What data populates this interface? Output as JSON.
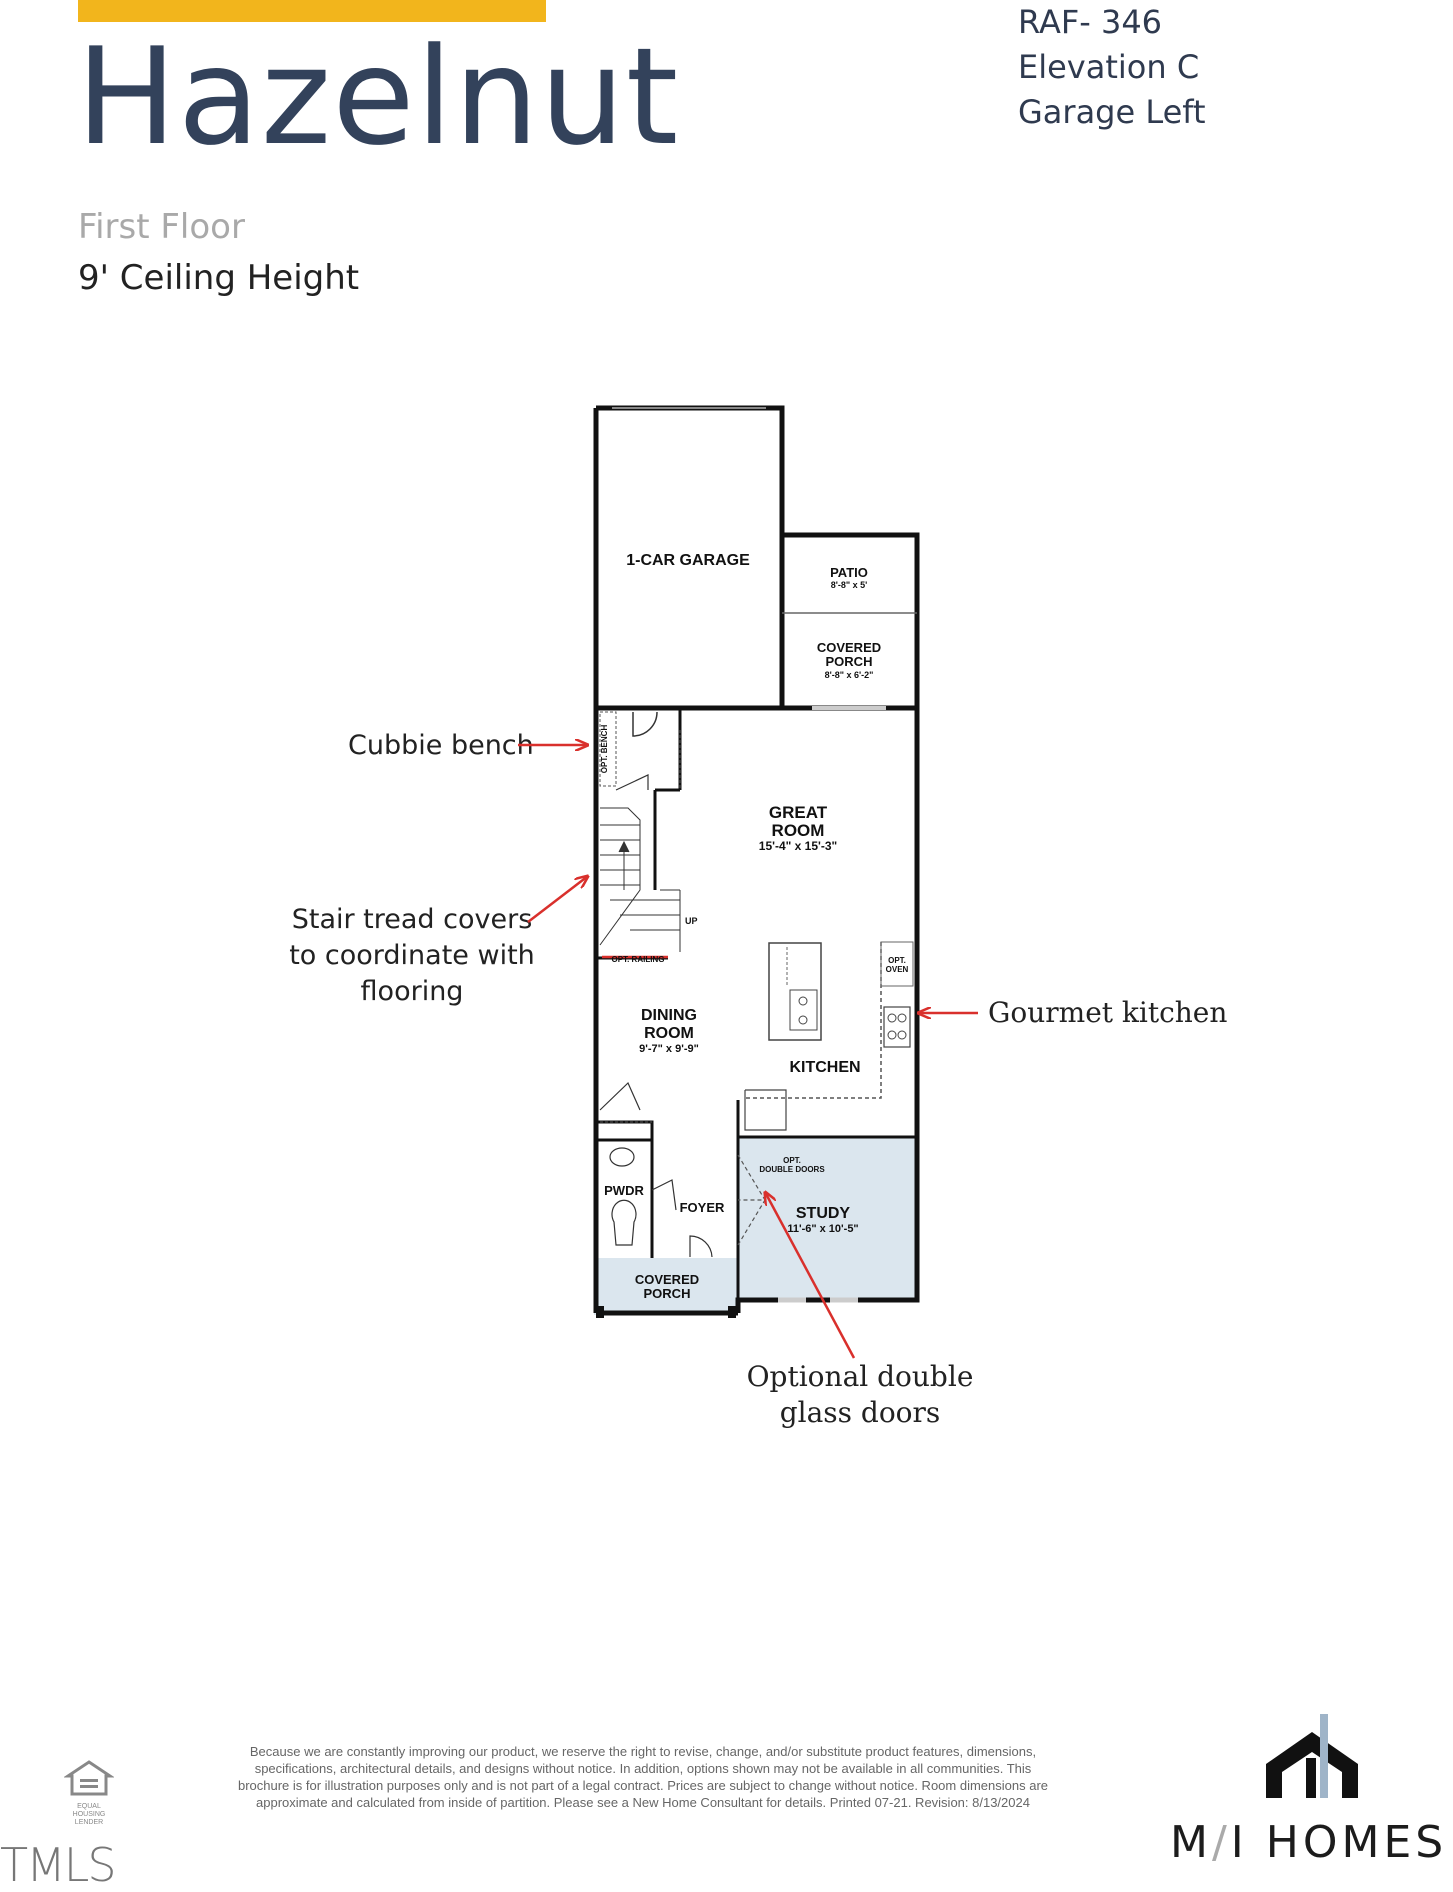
{
  "header": {
    "title": "Hazelnut",
    "lot": "RAF- 346",
    "elevation": "Elevation C",
    "garage": "Garage Left",
    "floor": "First Floor",
    "ceiling": "9' Ceiling Height",
    "accent_color": "#f2b51c"
  },
  "rooms": {
    "garage": "1-CAR GARAGE",
    "patio": "PATIO",
    "patio_dim": "8'-8\" x 5'",
    "covered_porch_rear_1": "COVERED",
    "covered_porch_rear_2": "PORCH",
    "covered_porch_rear_dim": "8'-8\" x 6'-2\"",
    "opt_bench": "OPT. BENCH",
    "great_room_1": "GREAT",
    "great_room_2": "ROOM",
    "great_room_dim": "15'-4\" x 15'-3\"",
    "up": "UP",
    "opt_railing": "OPT. RAILING",
    "opt_oven_1": "OPT.",
    "opt_oven_2": "OVEN",
    "dining_1": "DINING",
    "dining_2": "ROOM",
    "dining_dim": "9'-7\" x 9'-9\"",
    "kitchen": "KITCHEN",
    "opt_double_doors_1": "OPT.",
    "opt_double_doors_2": "DOUBLE DOORS",
    "pwdr": "PWDR",
    "foyer": "FOYER",
    "study": "STUDY",
    "study_dim": "11'-6\" x 10'-5\"",
    "covered_porch_front_1": "COVERED",
    "covered_porch_front_2": "PORCH",
    "study_color": "#dbe6ee"
  },
  "callouts": {
    "cubbie": "Cubbie bench",
    "stair_1": "Stair tread covers",
    "stair_2": "to coordinate with",
    "stair_3": "flooring",
    "gourmet": "Gourmet kitchen",
    "glass_1": "Optional double",
    "glass_2": "glass doors",
    "arrow_color": "#d9302c"
  },
  "footer": {
    "disclaimer": "Because we are constantly improving our product, we reserve the right to revise, change, and/or substitute product features, dimensions, specifications, architectural details, and designs without notice. In addition, options shown may not be available in all communities. This brochure is for illustration purposes only and is not part of a legal contract. Prices are subject to change without notice. Room dimensions are approximate and calculated from inside of partition. Please see a New Home Consultant for details. Printed 07-21. Revision: 8/13/2024",
    "eho_text": "EQUAL HOUSING LENDER",
    "tmls": "TMLS",
    "brand_m": "M",
    "brand_sep": "/",
    "brand_i": "I",
    "brand_homes": "HOMES"
  }
}
